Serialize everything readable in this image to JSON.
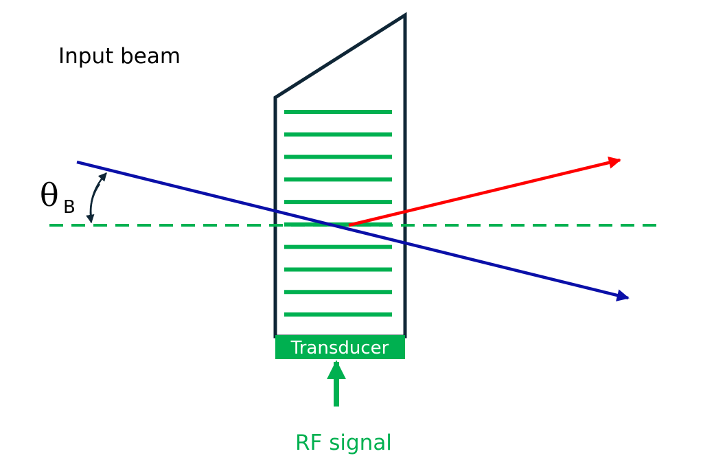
{
  "labels": {
    "input_beam": "Input beam",
    "theta": "θ",
    "theta_sub": "B",
    "transducer": "Transducer",
    "rf_signal": "RF signal"
  },
  "colors": {
    "crystal_outline": "#0f2636",
    "acoustic_wave": "#00b050",
    "input_beam": "#0a0fa8",
    "diffracted_beam": "#ff0000",
    "angle_arrow": "#0f2636"
  },
  "wavefront_count": 10
}
